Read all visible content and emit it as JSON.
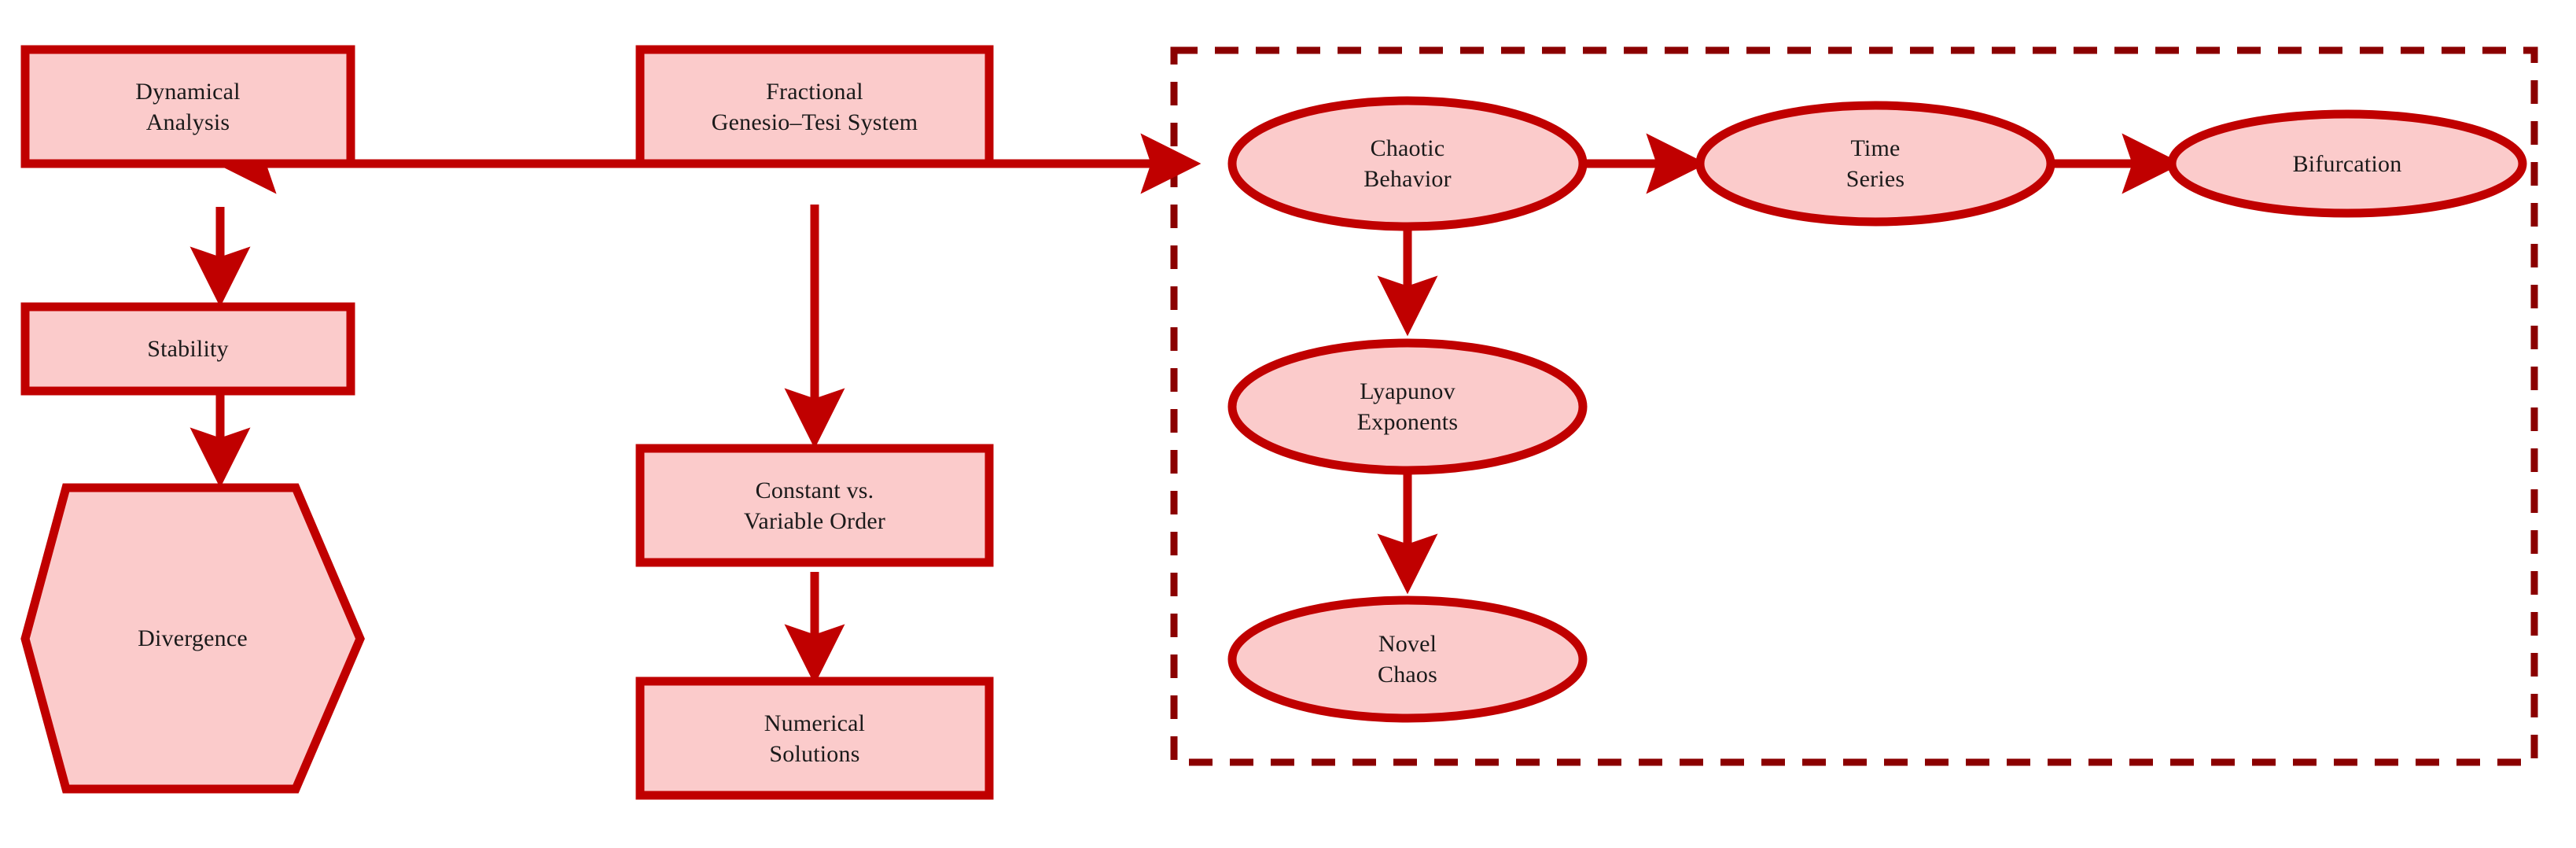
{
  "diagram": {
    "title": "Fractional Genesio-Tesi System research flow diagram",
    "background_color": "#ffffff",
    "shape_fill": "#fbcbcb",
    "shape_stroke": "#c00000",
    "arrow_color": "#c00000",
    "group_border_color": "#8b0000",
    "text_color": "#1a1a1a"
  },
  "nodes": {
    "dynamical_analysis": {
      "label": "Dynamical\nAnalysis",
      "shape": "rectangle"
    },
    "stability": {
      "label": "Stability",
      "shape": "rectangle"
    },
    "divergence": {
      "label": "Divergence",
      "shape": "hexagon"
    },
    "fractional_system": {
      "label": "Fractional\nGenesio–Tesi System",
      "shape": "rectangle"
    },
    "constant_vs_variable_order": {
      "label": "Constant vs.\nVariable Order",
      "shape": "rectangle"
    },
    "numerical_solutions": {
      "label": "Numerical\nSolutions",
      "shape": "rectangle"
    },
    "chaotic_behavior": {
      "label": "Chaotic\nBehavior",
      "shape": "ellipse"
    },
    "time_series": {
      "label": "Time\nSeries",
      "shape": "ellipse"
    },
    "bifurcation": {
      "label": "Bifurcation",
      "shape": "ellipse"
    },
    "lyapunov_exponents": {
      "label": "Lyapunov\nExponents",
      "shape": "ellipse"
    },
    "novel_chaos": {
      "label": "Novel\nChaos",
      "shape": "ellipse"
    }
  },
  "edges": [
    {
      "from": "fractional_system",
      "to": "dynamical_analysis",
      "direction": "left"
    },
    {
      "from": "fractional_system",
      "to": "chaotic_behavior",
      "direction": "right"
    },
    {
      "from": "fractional_system",
      "to": "constant_vs_variable_order",
      "direction": "down"
    },
    {
      "from": "dynamical_analysis",
      "to": "stability",
      "direction": "down"
    },
    {
      "from": "stability",
      "to": "divergence",
      "direction": "down"
    },
    {
      "from": "constant_vs_variable_order",
      "to": "numerical_solutions",
      "direction": "down"
    },
    {
      "from": "chaotic_behavior",
      "to": "time_series",
      "direction": "right"
    },
    {
      "from": "time_series",
      "to": "bifurcation",
      "direction": "right"
    },
    {
      "from": "chaotic_behavior",
      "to": "lyapunov_exponents",
      "direction": "down"
    },
    {
      "from": "lyapunov_exponents",
      "to": "novel_chaos",
      "direction": "down"
    }
  ],
  "group": {
    "name": "chaos-analysis-group",
    "style": "dashed",
    "members": [
      "chaotic_behavior",
      "time_series",
      "bifurcation",
      "lyapunov_exponents",
      "novel_chaos"
    ]
  }
}
